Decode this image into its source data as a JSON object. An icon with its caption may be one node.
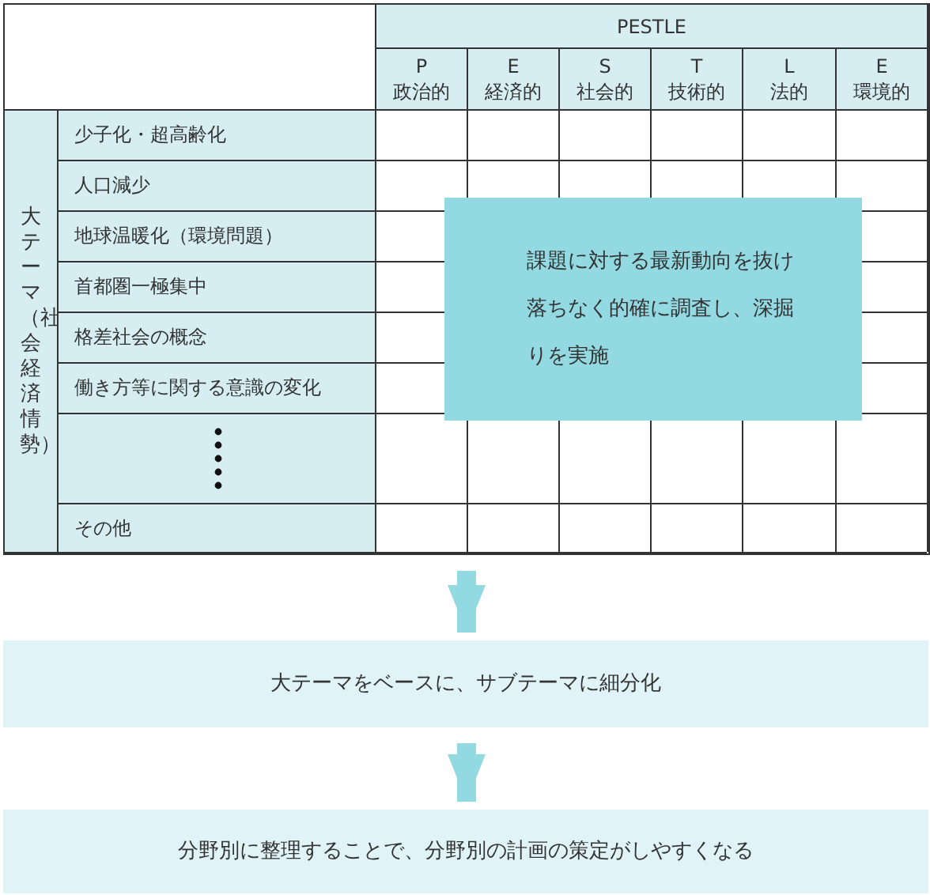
{
  "diagram": {
    "nodes": [
      {
        "text": [],
        "shape": "box"
      },
      {
        "text": [
          "課題に対する最新動向を抜け落ちなく的確に調査し、深掘りを実施"
        ],
        "in": 0
      },
      {
        "text": [
          "大テーマをベースに、サブテーマに細分化"
        ]
      },
      {
        "text": [
          "分野別に整理することで、分野別の計画の策定がしやすくなる"
        ]
      }
    ],
    "edges": [
      {
        "from": 0,
        "to": 2,
        "arrow": "to"
      },
      {
        "from": 2,
        "to": 3,
        "arrow": "to"
      }
    ],
    "labels": [
      "PESTLE",
      "P",
      "政治的",
      "E",
      "経済的",
      "S",
      "社会的",
      "T",
      "技術的",
      "L",
      "法的",
      "E",
      "環境的",
      "大テーマ（社会経済情勢）",
      "少子化・超高齢化",
      "人口減少",
      "地球温暖化（環境問題）",
      "首都圏一極集中",
      "格差社会の概念",
      "働き方等に関する意識の変化",
      "その他"
    ]
  }
}
